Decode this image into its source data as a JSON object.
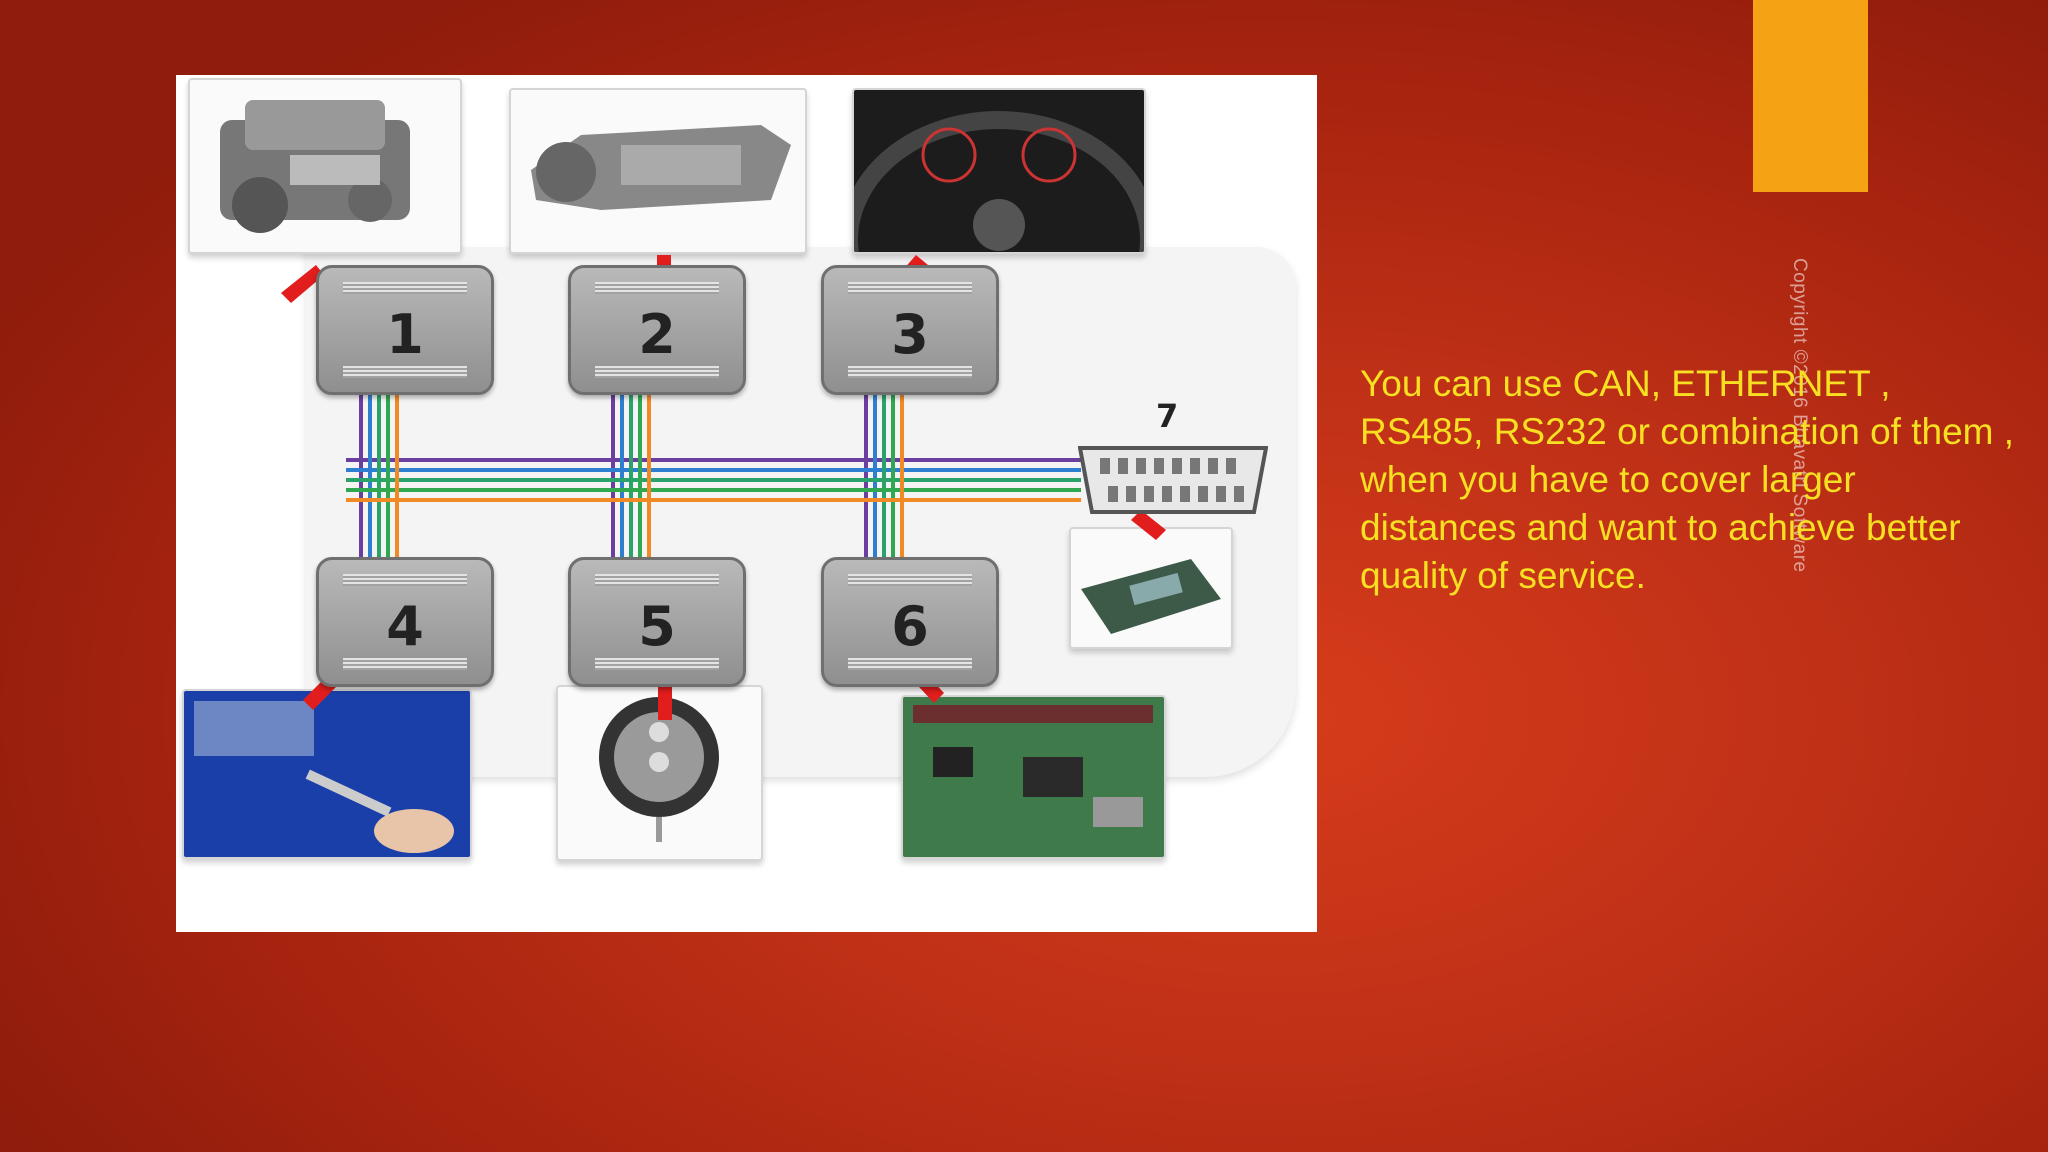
{
  "slide": {
    "body_text": "You can use CAN, ETHERNET , RS485, RS232 or combination of them , when you have to cover larger distances and want to achieve better quality of service.",
    "copyright": "Copyright ©2016 Bhavatri Software",
    "colors": {
      "background": "#bf3017",
      "accent_tab": "#f5a315",
      "body_text": "#f7e022"
    }
  },
  "diagram": {
    "ecus": [
      {
        "label": "1"
      },
      {
        "label": "2"
      },
      {
        "label": "3"
      },
      {
        "label": "4"
      },
      {
        "label": "5"
      },
      {
        "label": "6"
      }
    ],
    "obd_label": "7",
    "bus_colors": [
      "#6b3fa0",
      "#2f7fd1",
      "#2aa36b",
      "#2fa84f",
      "#f08a24"
    ],
    "photos": [
      "engine",
      "transmission",
      "steering-wheel-dashboard",
      "car-door-key",
      "key-fob-remote",
      "circuit-board",
      "diagnostic-module"
    ]
  }
}
